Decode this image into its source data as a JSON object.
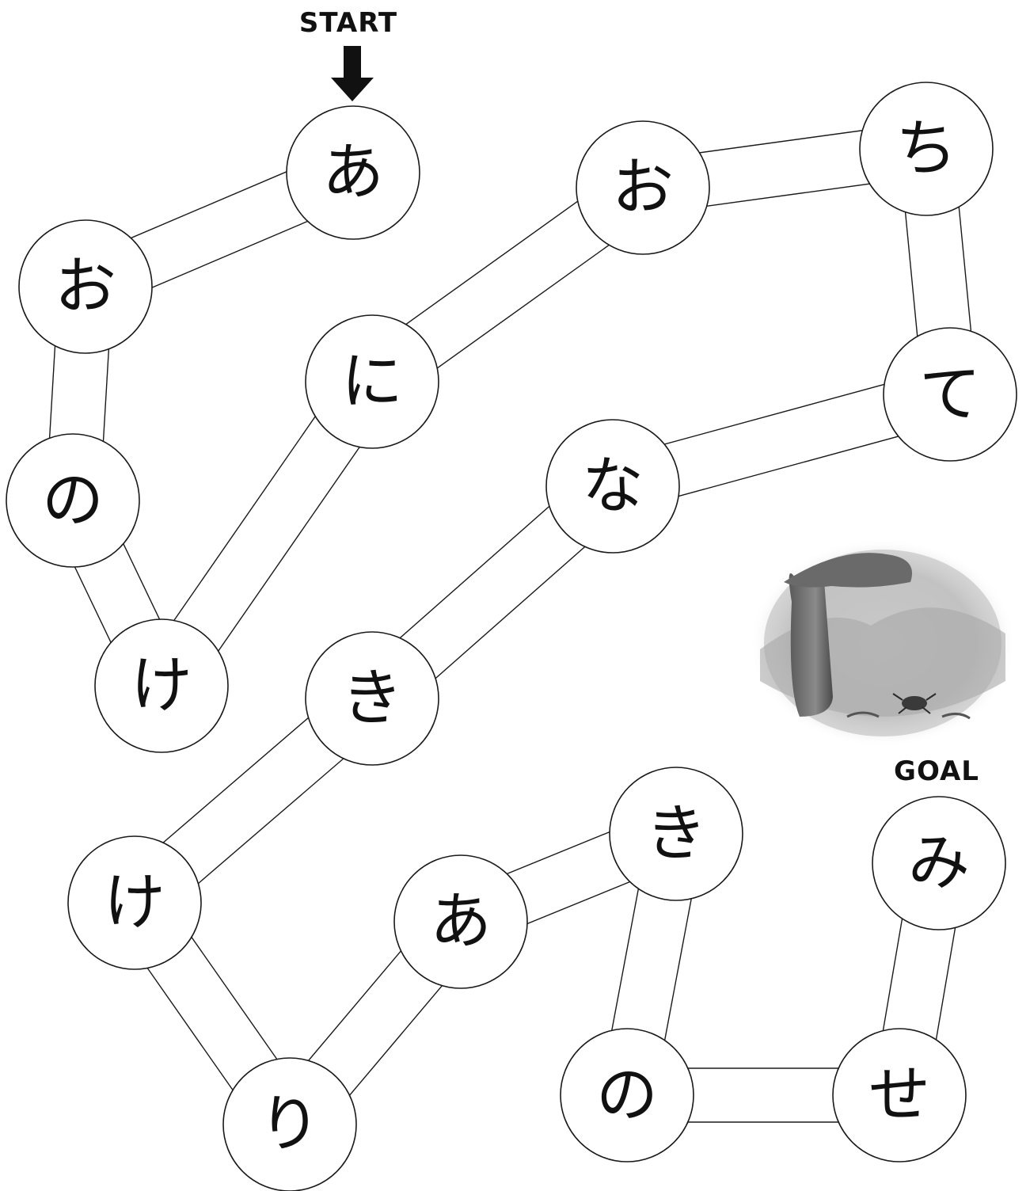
{
  "labels": {
    "start": "START",
    "goal": "GOAL"
  },
  "goal_picture": {
    "description_icon": "tree-and-crab-illustration-icon"
  },
  "nodes": [
    {
      "id": "n0",
      "char": "あ"
    },
    {
      "id": "n1",
      "char": "お"
    },
    {
      "id": "n2",
      "char": "の"
    },
    {
      "id": "n3",
      "char": "け"
    },
    {
      "id": "n4",
      "char": "に"
    },
    {
      "id": "n5",
      "char": "お"
    },
    {
      "id": "n6",
      "char": "ち"
    },
    {
      "id": "n7",
      "char": "て"
    },
    {
      "id": "n8",
      "char": "な"
    },
    {
      "id": "n9",
      "char": "き"
    },
    {
      "id": "n10",
      "char": "け"
    },
    {
      "id": "n11",
      "char": "り"
    },
    {
      "id": "n12",
      "char": "あ"
    },
    {
      "id": "n13",
      "char": "き"
    },
    {
      "id": "n14",
      "char": "の"
    },
    {
      "id": "n15",
      "char": "せ"
    },
    {
      "id": "n16",
      "char": "み"
    }
  ],
  "edges": [
    [
      "n0",
      "n1"
    ],
    [
      "n1",
      "n2"
    ],
    [
      "n2",
      "n3"
    ],
    [
      "n3",
      "n4"
    ],
    [
      "n4",
      "n5"
    ],
    [
      "n5",
      "n6"
    ],
    [
      "n6",
      "n7"
    ],
    [
      "n7",
      "n8"
    ],
    [
      "n8",
      "n9"
    ],
    [
      "n9",
      "n10"
    ],
    [
      "n10",
      "n11"
    ],
    [
      "n11",
      "n12"
    ],
    [
      "n12",
      "n13"
    ],
    [
      "n13",
      "n14"
    ],
    [
      "n14",
      "n15"
    ],
    [
      "n15",
      "n16"
    ]
  ],
  "colors": {
    "line": "#1a1a1a",
    "background": "#ffffff"
  }
}
